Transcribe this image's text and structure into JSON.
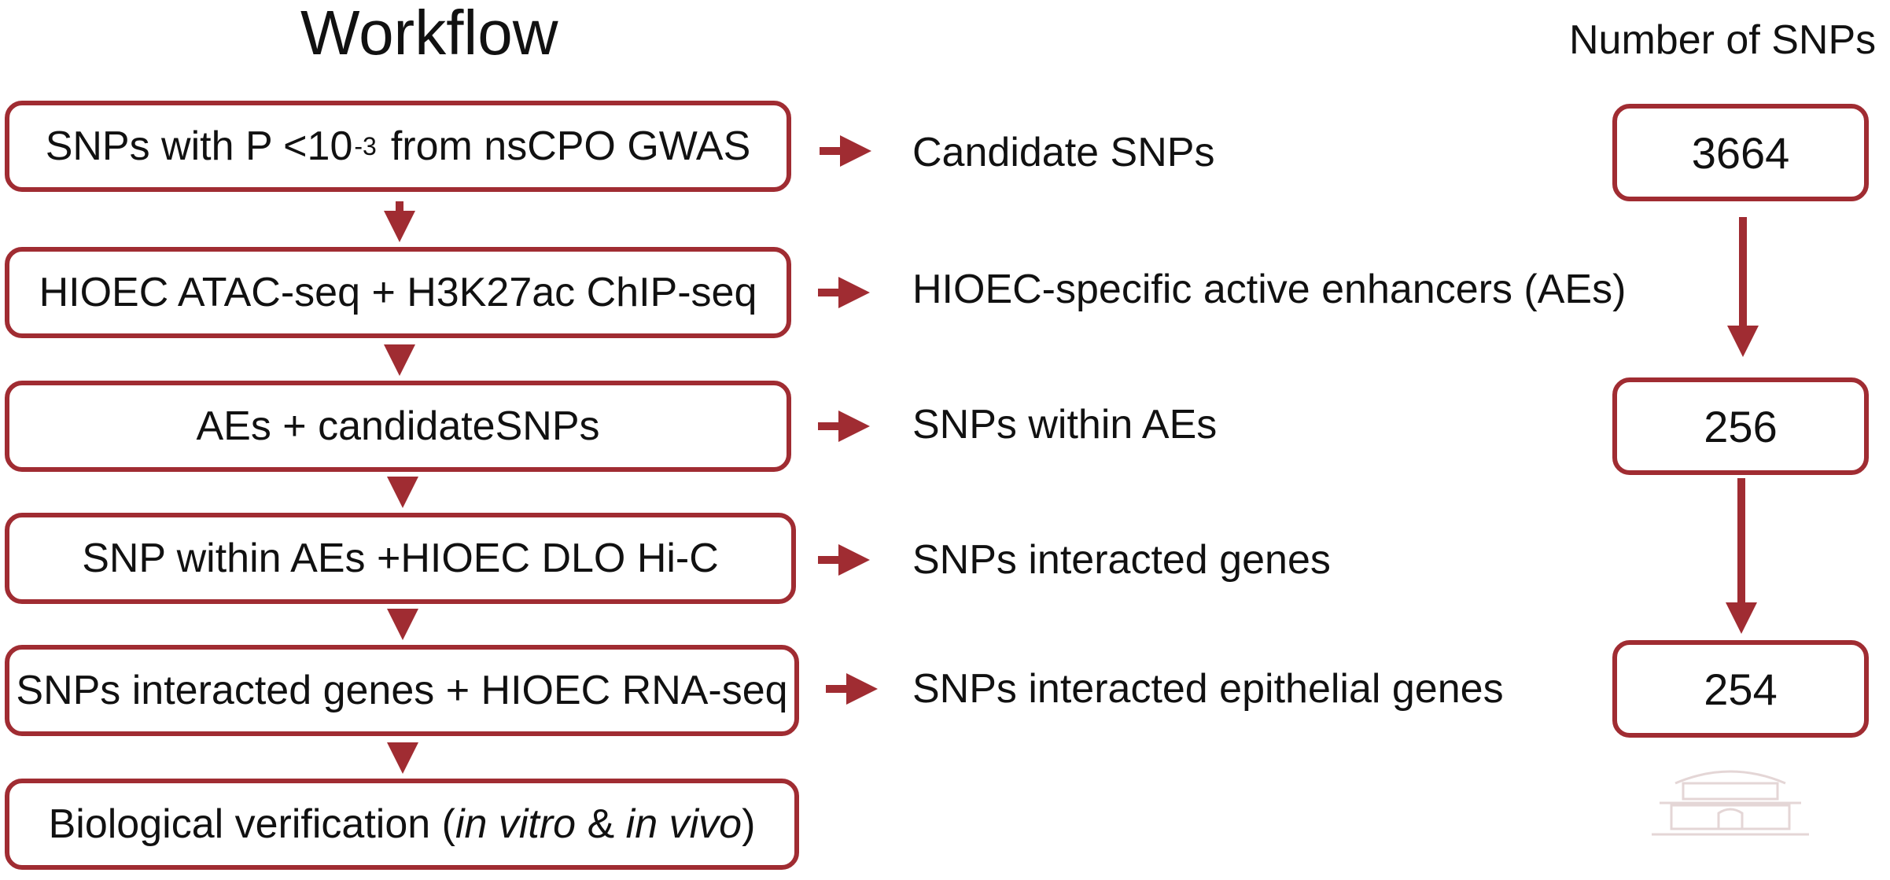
{
  "title": "Workflow",
  "count_header": "Number of SNPs",
  "steps": [
    {
      "label_pre": "SNPs with P <10",
      "sup": "-3",
      "label_post": "from nsCPO GWAS"
    },
    {
      "label": "HIOEC ATAC-seq + H3K27ac ChIP-seq"
    },
    {
      "label": "AEs + candidateSNPs"
    },
    {
      "label": "SNP within AEs +HIOEC DLO Hi-C"
    },
    {
      "label": "SNPs interacted genes + HIOEC RNA-seq"
    },
    {
      "pre": "Biological verification (",
      "it1": "in vitro",
      "mid": " & ",
      "it2": "in vivo",
      "post": ")"
    }
  ],
  "outcomes": [
    "Candidate SNPs",
    "HIOEC-specific active enhancers (AEs)",
    "SNPs within AEs",
    "SNPs interacted genes",
    "SNPs interacted epithelial genes"
  ],
  "counts": [
    "3664",
    "256",
    "254"
  ],
  "colors": {
    "accent": "#a02c32",
    "text": "#111111"
  }
}
